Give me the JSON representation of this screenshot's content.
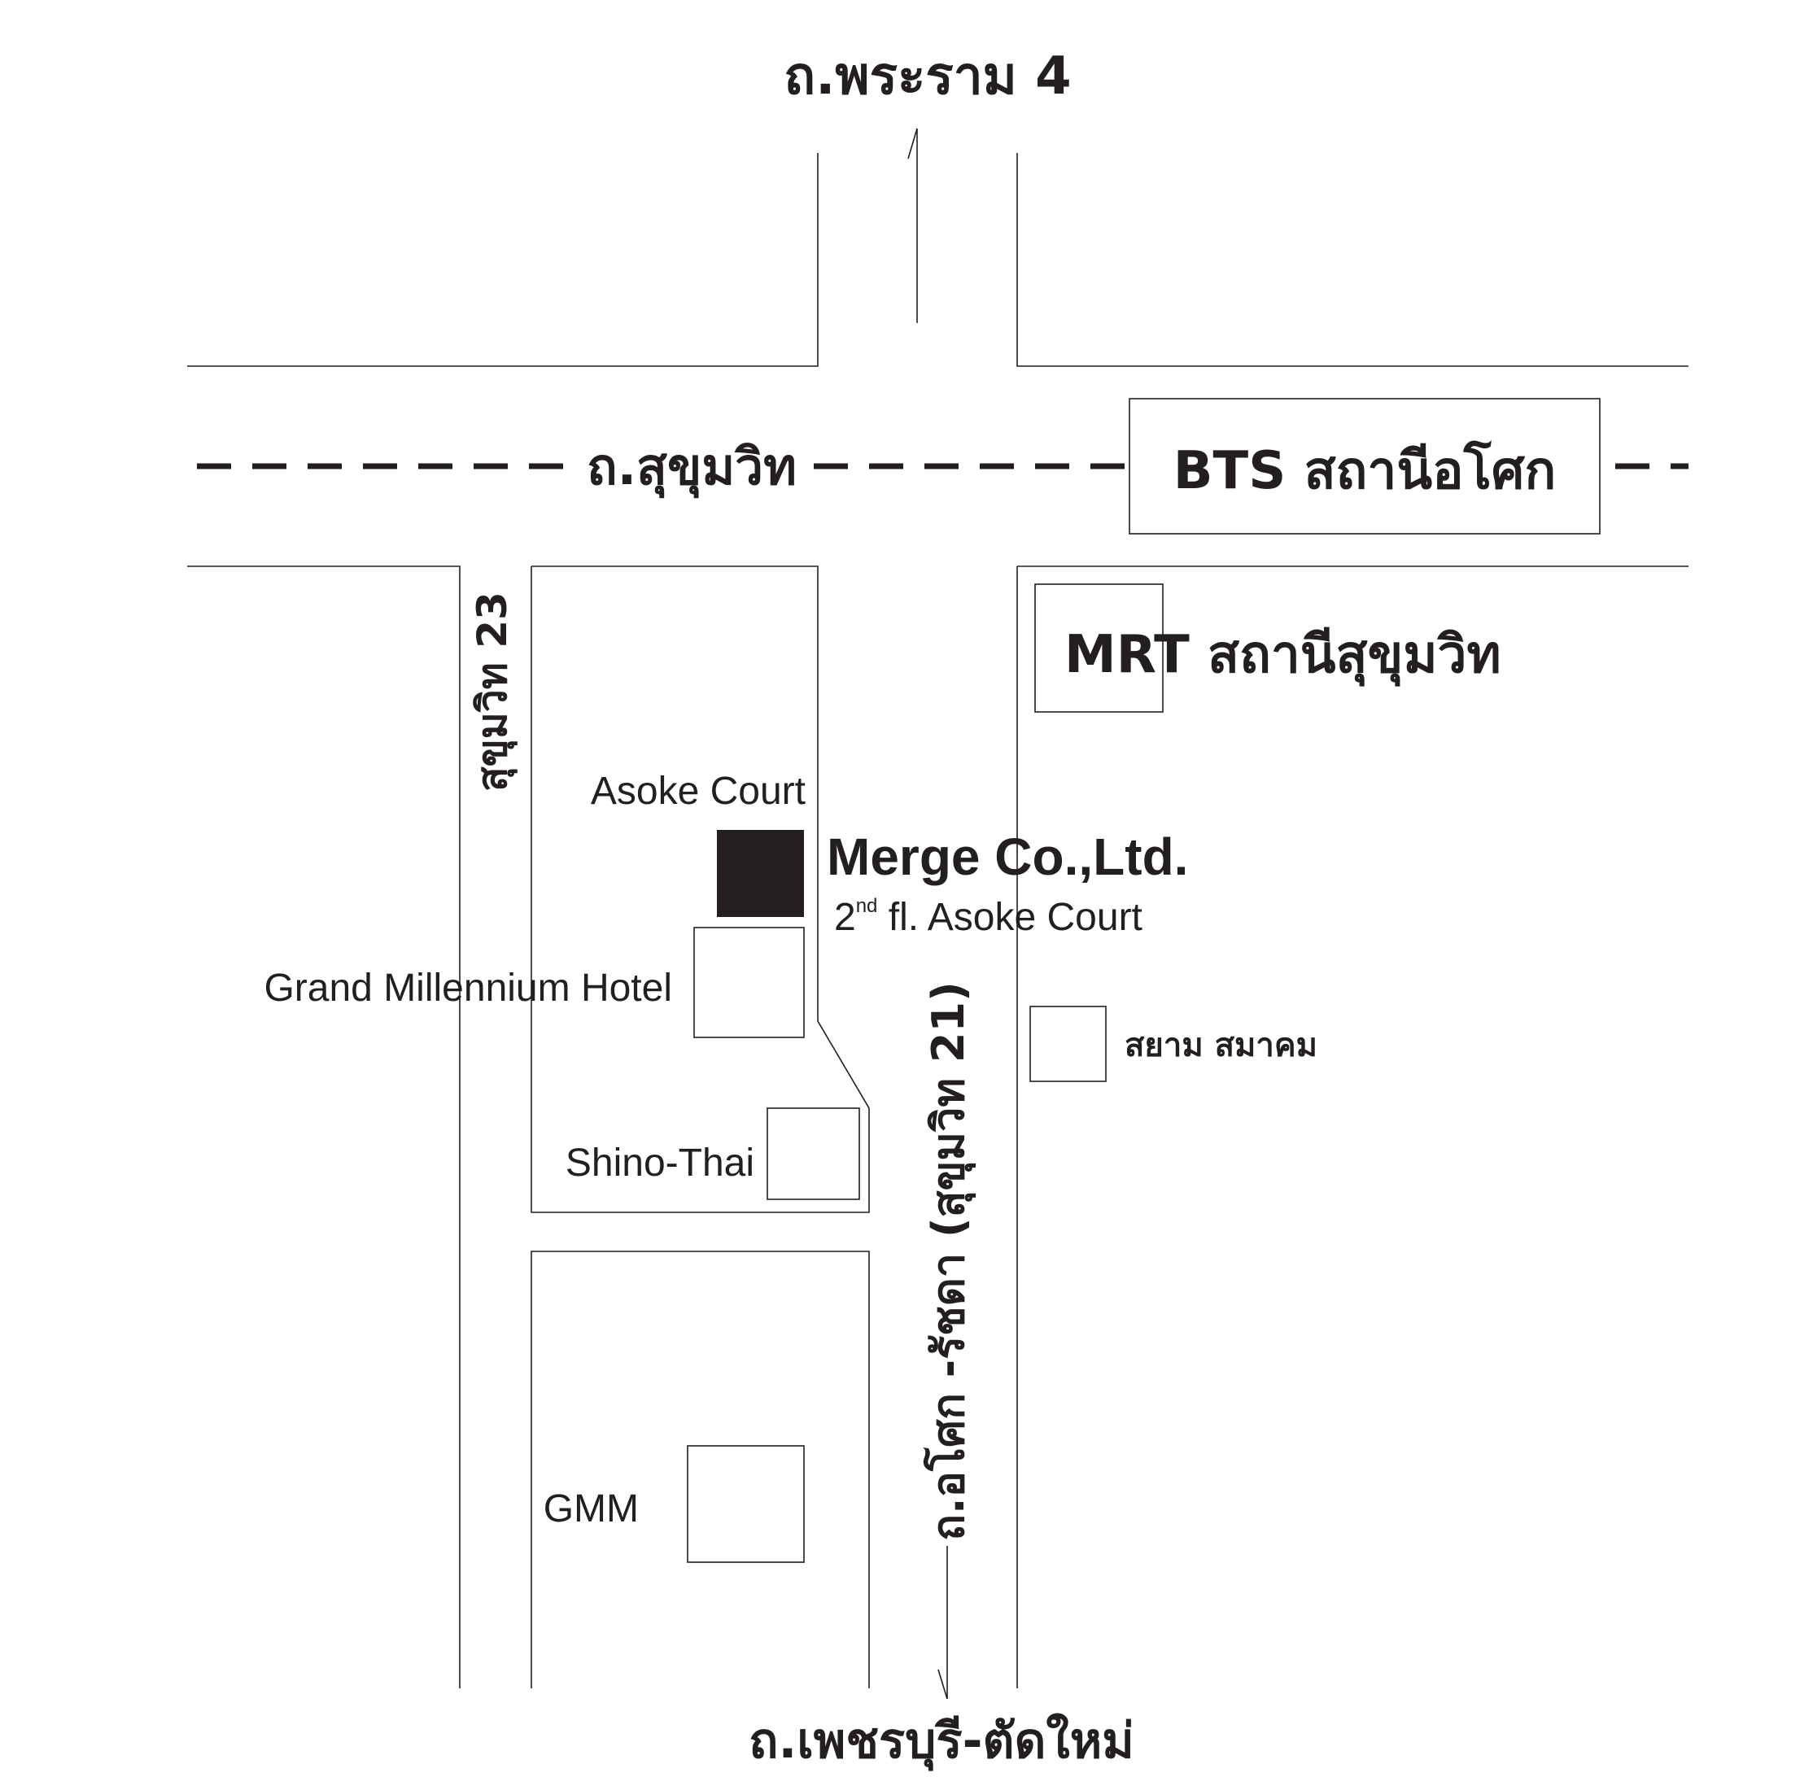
{
  "roads": {
    "rama4": "ถ.พระราม 4",
    "sukhumvit": "ถ.สุขุมวิท",
    "soi23": "สุขุมวิท 23",
    "asoke": "ถ.อโศก -รัชดา (สุขุมวิท 21)",
    "petchaburi": "ถ.เพชรบุรี-ตัดใหม่"
  },
  "stations": {
    "bts": "BTS สถานีอโศก",
    "mrt": "MRT สถานีสุขุมวิท"
  },
  "places": {
    "asoke_court": "Asoke Court",
    "merge_name": "Merge Co.,Ltd.",
    "merge_floor_num": "2",
    "merge_floor_sup": "nd",
    "merge_floor_rest": " fl. Asoke Court",
    "grand_millennium": "Grand Millennium Hotel",
    "shino_thai": "Shino-Thai",
    "gmm": "GMM",
    "siam_society": "สยาม สมาคม"
  },
  "colors": {
    "ink": "#231f20",
    "background": "#ffffff"
  }
}
